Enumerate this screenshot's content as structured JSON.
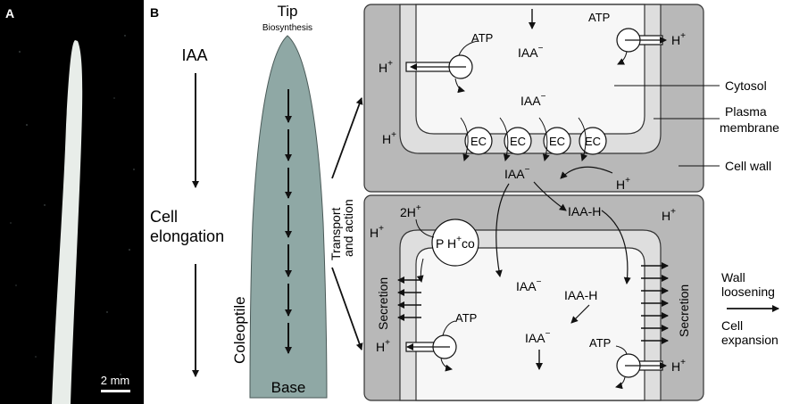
{
  "panel_a": {
    "letter": "A",
    "scale_bar_label": "2 mm"
  },
  "panel_b": {
    "letter": "B",
    "iaa_label": "IAA",
    "cell_label": "Cell",
    "elongation_label": "elongation",
    "tip_label": "Tip",
    "biosynthesis_label": "Biosynthesis",
    "coleoptile_label": "Coleoptile",
    "base_label": "Base",
    "transport_label": "Transport",
    "and_action_label": "and action"
  },
  "cell_diagram": {
    "top_cell": {
      "atp_left": "ATP",
      "atp_right": "ATP",
      "h_left": "H",
      "h_right": "H",
      "h_membrane": "H",
      "iaa_top": "IAA",
      "iaa_mid": "IAA",
      "carriers": [
        "EC",
        "EC",
        "EC",
        "EC"
      ]
    },
    "wall_zone": {
      "iaa": "IAA",
      "h": "H",
      "iaa_h": "IAA-H"
    },
    "bottom_cell": {
      "h_right_top": "H",
      "h_left_top": "H",
      "two_h": "2H",
      "symporter": "P H",
      "symporter_suffix": "co",
      "iaa_center": "IAA",
      "iaa_h_inner": "IAA-H",
      "iaa_lower": "IAA",
      "atp_left": "ATP",
      "atp_right": "ATP",
      "h_left_bottom": "H",
      "h_right_bottom": "H",
      "secretion_left": "Secretion",
      "secretion_right": "Secretion"
    },
    "plus_sign": "+",
    "minus_sign": "−",
    "labels": {
      "cytosol": "Cytosol",
      "plasma": "Plasma",
      "membrane": "membrane",
      "cell_wall": "Cell wall"
    }
  },
  "outcome": {
    "wall": "Wall",
    "loosening": "loosening",
    "cell": "Cell",
    "expansion": "expansion"
  },
  "colors": {
    "photo_background": "#000000",
    "coleoptile_photo": "#e8ede9",
    "coleoptile_fill": "#8fa8a5",
    "cell_wall": "#b8b8b8",
    "membrane": "#dedede",
    "cytosol": "#f7f7f7"
  }
}
